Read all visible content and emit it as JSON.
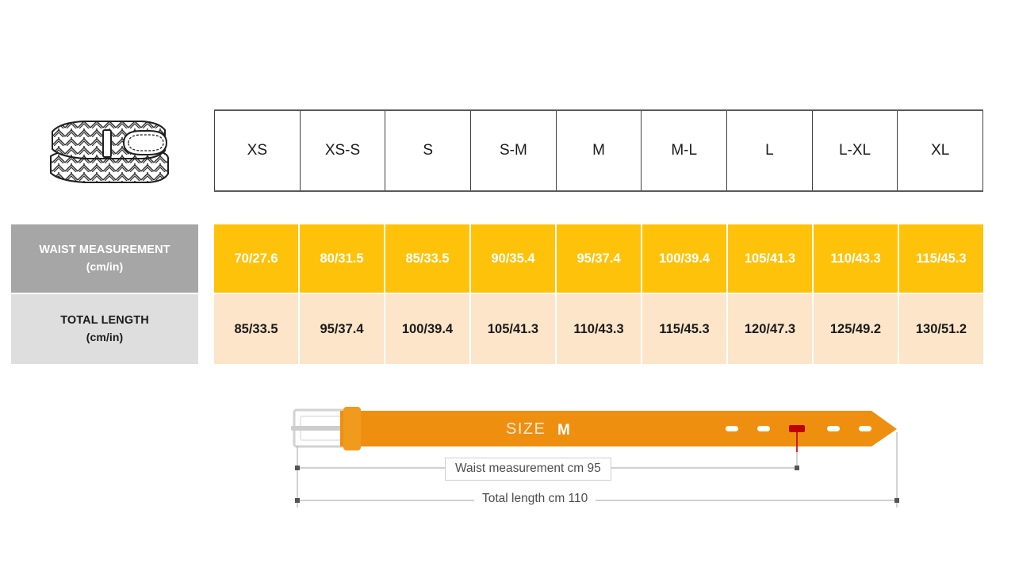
{
  "product": {
    "icon_name": "braided-belt-illustration"
  },
  "table": {
    "size_headers": [
      "XS",
      "XS-S",
      "S",
      "S-M",
      "M",
      "M-L",
      "L",
      "L-XL",
      "XL"
    ],
    "rows": [
      {
        "label_line1": "WAIST MEASUREMENT",
        "label_line2": "(cm/in)",
        "values": [
          "70/27.6",
          "80/31.5",
          "85/33.5",
          "90/35.4",
          "95/37.4",
          "100/39.4",
          "105/41.3",
          "110/43.3",
          "115/45.3"
        ]
      },
      {
        "label_line1": "TOTAL LENGTH",
        "label_line2": "(cm/in)",
        "values": [
          "85/33.5",
          "95/37.4",
          "100/39.4",
          "105/41.3",
          "110/43.3",
          "115/45.3",
          "120/47.3",
          "125/49.2",
          "130/51.2"
        ]
      }
    ]
  },
  "diagram": {
    "size_word": "SIZE",
    "size_value": "M",
    "waist_dimension": "Waist measurement cm 95",
    "total_dimension": "Total length cm 110",
    "holes_total": 5,
    "highlighted_hole_index": 2
  },
  "colors": {
    "amber": "#ffc20a",
    "peach": "#fce5c8",
    "label_gray_dark": "#a6a6a6",
    "label_gray_light": "#dedede",
    "belt_orange": "#ef8f10",
    "hole_highlight_red": "#c00000",
    "buckle_silver": "#e8e8e8",
    "dimension_gray": "#9a9a9a"
  }
}
